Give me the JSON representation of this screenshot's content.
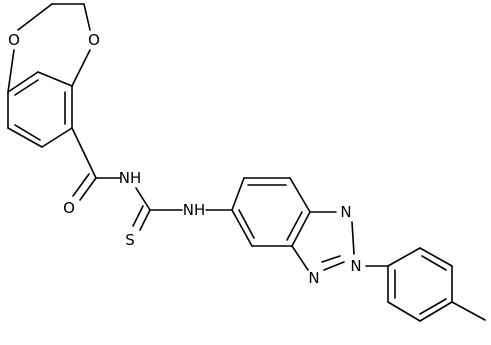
{
  "atoms": {
    "o_diox_top": "O",
    "o_diox_right": "O",
    "o_carbonyl": "O",
    "nh_amide": "NH",
    "s_thione": "S",
    "nh_aryl": "NH",
    "n_triazole_top": "N",
    "n_triazole_right": "N",
    "n_triazole_bottom": "N"
  },
  "colors": {
    "bond": "#000000",
    "text": "#000000",
    "background": "#ffffff"
  }
}
